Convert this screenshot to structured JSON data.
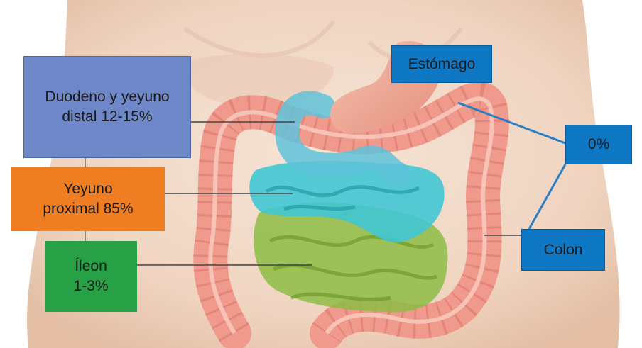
{
  "labels": {
    "duodeno": "Duodeno y yeyuno\ndistal 12-15%",
    "yeyuno": "Yeyuno\nproximal 85%",
    "ileon": "Íleon\n1-3%",
    "estomago": "Estómago",
    "zero": "0%",
    "colon": "Colon"
  },
  "colors": {
    "duodeno_box": "#6e87c8",
    "yeyuno_box": "#ef7e22",
    "ileon_box": "#27a046",
    "blue_box": "#0f78c5",
    "cyan_region": "#3ec6d4",
    "green_region": "#8ebc45",
    "colon": "#ef9a8c",
    "stomach": "#f1ad9a",
    "skin": "#f2dccd",
    "connector_blue": "#2a7fc4",
    "pointer": "#444444"
  }
}
